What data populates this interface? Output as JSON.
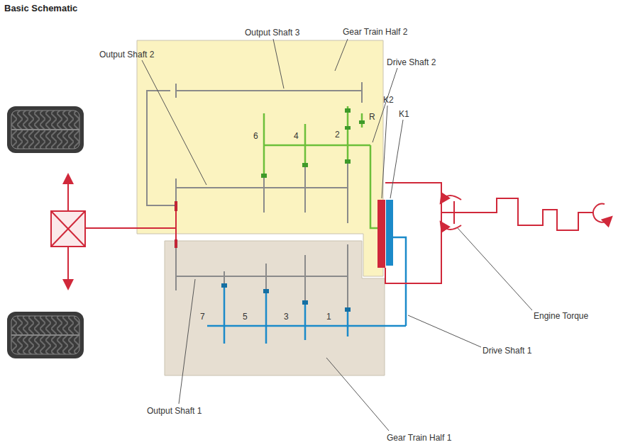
{
  "diagram": {
    "title": "Basic Schematic",
    "nodes": [
      {
        "text": [
          "Gear Train Half 2"
        ]
      },
      {
        "text": [
          "Gear Train Half 1"
        ]
      }
    ],
    "labels": [
      "Output Shaft 2",
      "Output Shaft 3",
      "Drive Shaft 2",
      "K2",
      "K1",
      "R",
      "6",
      "4",
      "2",
      "Engine Torque",
      "Drive Shaft 1",
      "7",
      "5",
      "3",
      "1",
      "Output Shaft 1"
    ]
  }
}
